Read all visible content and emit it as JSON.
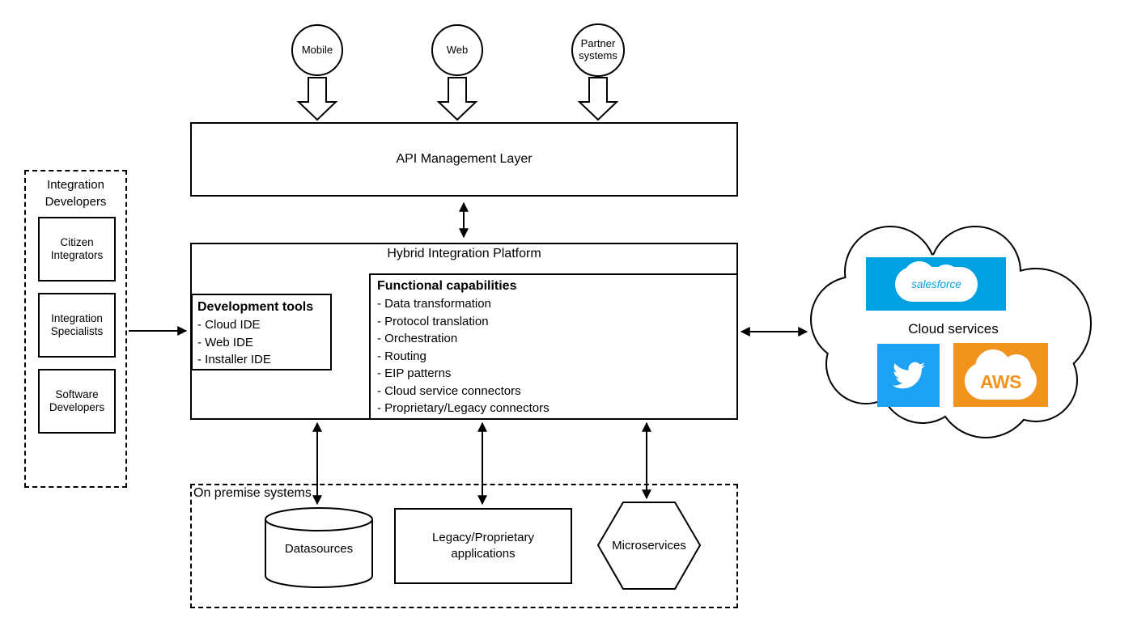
{
  "sources": {
    "items": [
      "Mobile",
      "Web",
      "Partner systems"
    ]
  },
  "api_layer": {
    "label": "API Management Layer"
  },
  "platform": {
    "title": "Hybrid Integration Platform",
    "development_tools": {
      "title": "Development tools",
      "items": [
        "- Cloud IDE",
        "- Web IDE",
        "- Installer IDE"
      ]
    },
    "functional_capabilities": {
      "title": "Functional capabilities",
      "items": [
        "- Data transformation",
        "- Protocol translation",
        "- Orchestration",
        "- Routing",
        "- EIP patterns",
        "- Cloud service connectors",
        "- Proprietary/Legacy connectors"
      ]
    }
  },
  "developers": {
    "title": "Integration Developers",
    "roles": [
      "Citizen Integrators",
      "Integration Specialists",
      "Software Developers"
    ]
  },
  "cloud": {
    "label": "Cloud services",
    "salesforce_label": "salesforce",
    "aws_label": "AWS",
    "colors": {
      "salesforce": "#00A1E0",
      "twitter": "#1DA1F2",
      "aws": "#F0941E"
    }
  },
  "on_premise": {
    "title": "On premise systems",
    "datasources": "Datasources",
    "legacy": "Legacy/Proprietary applications",
    "microservices": "Microservices"
  }
}
